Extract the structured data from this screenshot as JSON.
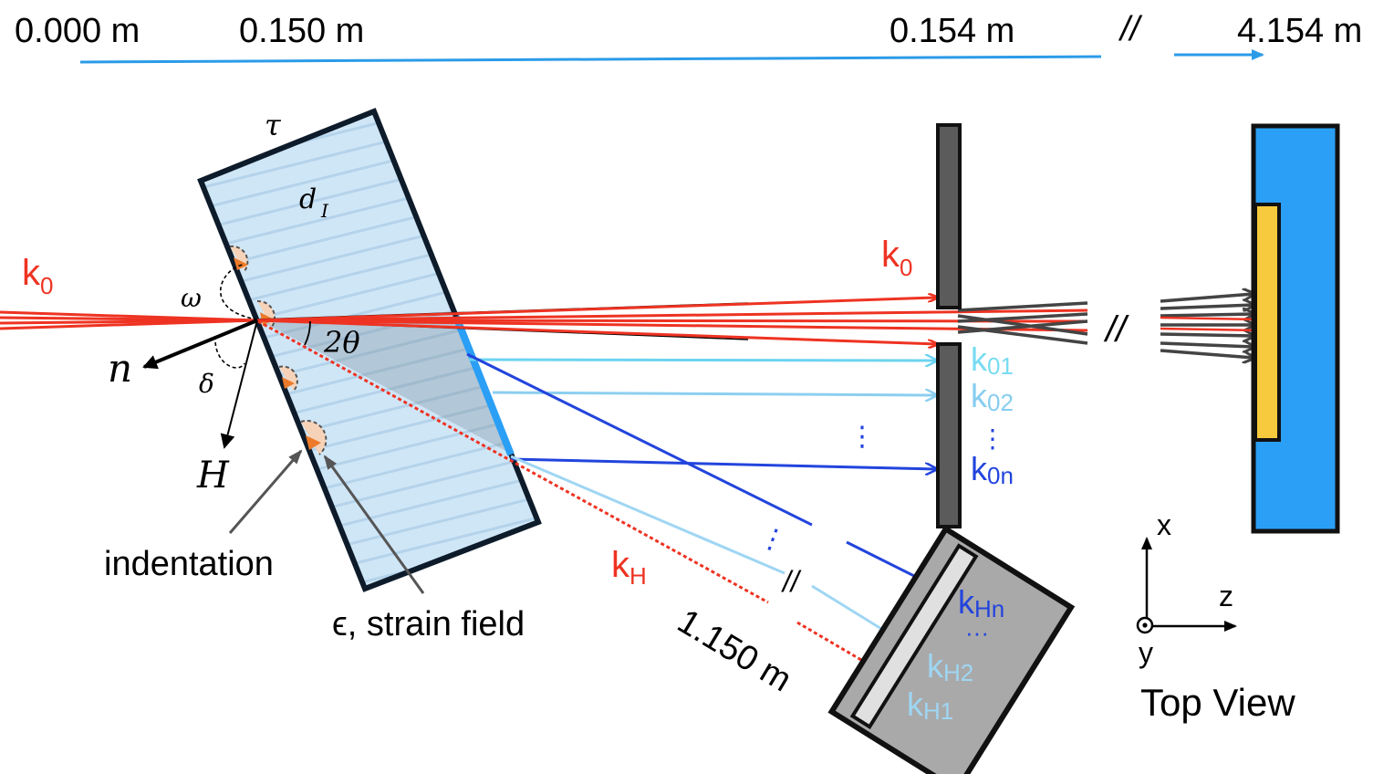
{
  "ruler": {
    "marks": [
      "0.000 m",
      "0.150 m",
      "0.154 m",
      "//",
      "4.154 m"
    ],
    "color": "#2b9be8"
  },
  "crystal": {
    "tau": "τ",
    "d": "d",
    "angles": {
      "omega": "ω",
      "delta": "δ",
      "two_theta": "2θ"
    },
    "vectors": {
      "n": "n",
      "H": "H"
    },
    "labels": {
      "indentation": "indentation",
      "strain": "ϵ, strain field"
    },
    "fill": "#cfe6f7"
  },
  "beams": {
    "incident": {
      "k": "k",
      "sub": "0",
      "color": "#ee3322"
    },
    "transmitted": {
      "k": "k",
      "sub": "0",
      "color": "#ee3322"
    },
    "forward_components": [
      {
        "k": "k",
        "sub": "01",
        "color": "#78dcf2"
      },
      {
        "k": "k",
        "sub": "02",
        "color": "#86cdf0"
      },
      {
        "dots": "⋮",
        "color": "#2244dd"
      },
      {
        "k": "k",
        "sub": "0n",
        "color": "#2244dd"
      }
    ],
    "diffracted": {
      "k": "k",
      "sub": "H",
      "color": "#ee3322"
    },
    "diffracted_components": [
      {
        "k": "k",
        "sub": "Hn",
        "color": "#2244dd"
      },
      {
        "dots": "···",
        "color": "#2244dd"
      },
      {
        "k": "k",
        "sub": "H2",
        "color": "#9fd6f3"
      },
      {
        "k": "k",
        "sub": "H1",
        "color": "#9fd6f3"
      }
    ],
    "break_mark": "//",
    "diffracted_distance": "1.150 m"
  },
  "detectors": {
    "slit_color": "#5b5b5b",
    "far_detector_color": "#2a9ff5",
    "far_sensor_color": "#f7c93c",
    "diffracted_detector_color": "#a9a9a9"
  },
  "axes": {
    "x": "x",
    "z": "z",
    "y": "y",
    "caption": "Top View"
  }
}
